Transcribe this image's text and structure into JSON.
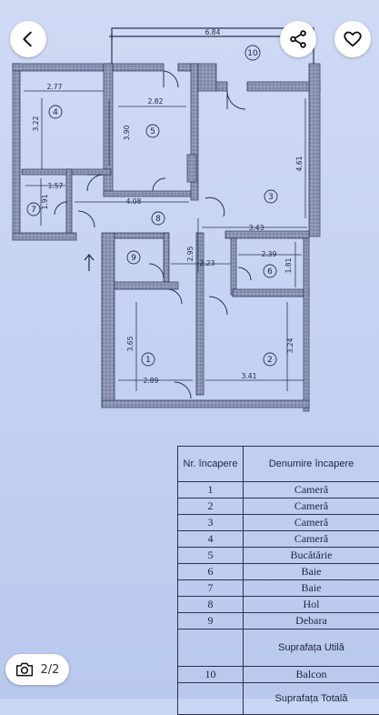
{
  "nav": {
    "back_icon": "arrow-left-icon",
    "share_icon": "share-icon",
    "favorite_icon": "heart-icon"
  },
  "pager": {
    "icon": "camera-icon",
    "label": "2/2"
  },
  "plan": {
    "dims": {
      "balcony_width": "6.84",
      "room4_width": "2.77",
      "room4_height": "3.22",
      "room5_width": "2.82",
      "room5_height": "3.90",
      "room3_height": "4.61",
      "room7_width": "1.57",
      "room7_height": "1.91",
      "hall_width": "4.08",
      "room3_width": "3.43",
      "hall_height": "2.95",
      "room6_width": "2.39",
      "room6_height": "1.81",
      "hall_small_width": "2.23",
      "room1_height": "3.65",
      "room2_height": "3.24",
      "room1_width": "2.89",
      "room2_width": "3.41"
    },
    "room_numbers": [
      "1",
      "2",
      "3",
      "4",
      "5",
      "6",
      "7",
      "8",
      "9",
      "10"
    ],
    "arrow_icon": "entrance-arrow-icon"
  },
  "table": {
    "headers": [
      "Nr. încapere",
      "Denumire încapere"
    ],
    "rows": [
      {
        "nr": "1",
        "name": "Cameră"
      },
      {
        "nr": "2",
        "name": "Cameră"
      },
      {
        "nr": "3",
        "name": "Cameră"
      },
      {
        "nr": "4",
        "name": "Cameră"
      },
      {
        "nr": "5",
        "name": "Bucătărie"
      },
      {
        "nr": "6",
        "name": "Baie"
      },
      {
        "nr": "7",
        "name": "Baie"
      },
      {
        "nr": "8",
        "name": "Hol"
      },
      {
        "nr": "9",
        "name": "Debara"
      }
    ],
    "useful_area": "Suprafața Utilă",
    "balcony_row": {
      "nr": "10",
      "name": "Balcon"
    },
    "total_area": "Suprafața Totală"
  }
}
